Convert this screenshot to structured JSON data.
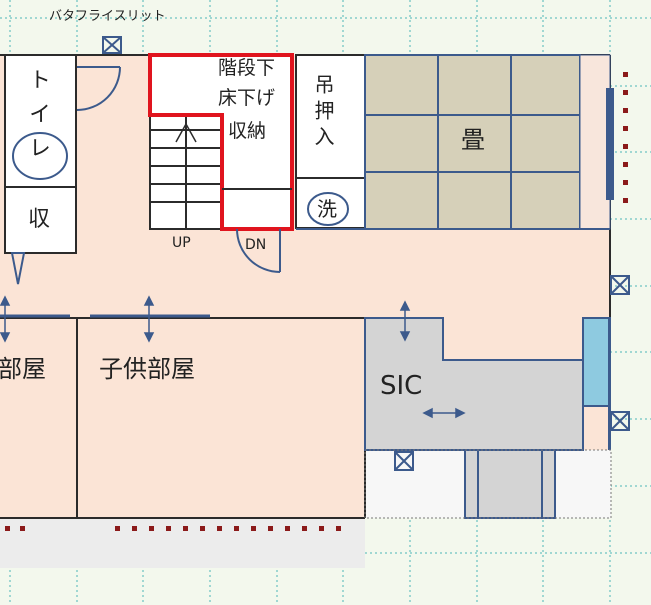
{
  "labels": {
    "butterfly_slit": "バタフライスリット",
    "toilet": "トイレ",
    "storage": "収",
    "under_stairs": [
      "階段下",
      "床下げ",
      "収納"
    ],
    "hanging_closet": "吊押入",
    "washer": "洗",
    "tatami": "畳",
    "stair_up": "UP",
    "stair_down": "DN",
    "room_left_partial": "部屋",
    "kids_room": "子供部屋",
    "sic": "SIC"
  },
  "colors": {
    "grid_background": "#f3f8ed",
    "grid_line": "#4db6b6",
    "floor_fill": "#fbe4d6",
    "wall": "#2b2b2b",
    "door_blue": "#3c5a8c",
    "highlight_red": "#e0141e",
    "tatami_fill": "#d6d0b9",
    "sic_floor": "#d4d4d4",
    "blue_panel": "#8ecae0",
    "dot_marks": "#8b1a1a"
  }
}
